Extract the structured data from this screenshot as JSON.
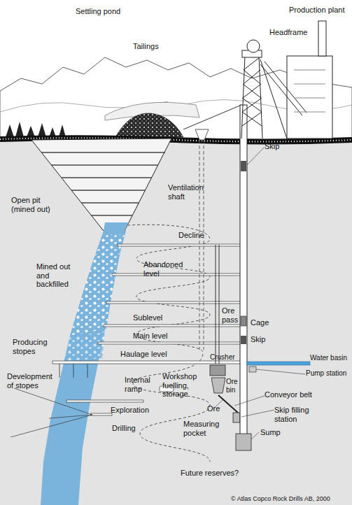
{
  "diagram": {
    "labels": [
      "Settling pond",
      "Headframe",
      "Production plant",
      "Tailings",
      "Skip",
      "Open pit (mined out)",
      "Ventilation shaft",
      "Decline",
      "Mined out and backfilled",
      "Abandoned level",
      "Sublevel",
      "Ore pass",
      "Cage",
      "Main level",
      "Skip",
      "Producing stopes",
      "Haulage level",
      "Crusher",
      "Water basin",
      "Development of stopes",
      "Internal ramp",
      "Workshop fuelling, storage",
      "Ore bin",
      "Pump station",
      "Conveyor belt",
      "Ore",
      "Skip filling station",
      "Exploration",
      "Measuring pocket",
      "Sump",
      "Drilling",
      "Future reserves?",
      "© Atlas Copco Rock Drills AB, 2000"
    ]
  }
}
